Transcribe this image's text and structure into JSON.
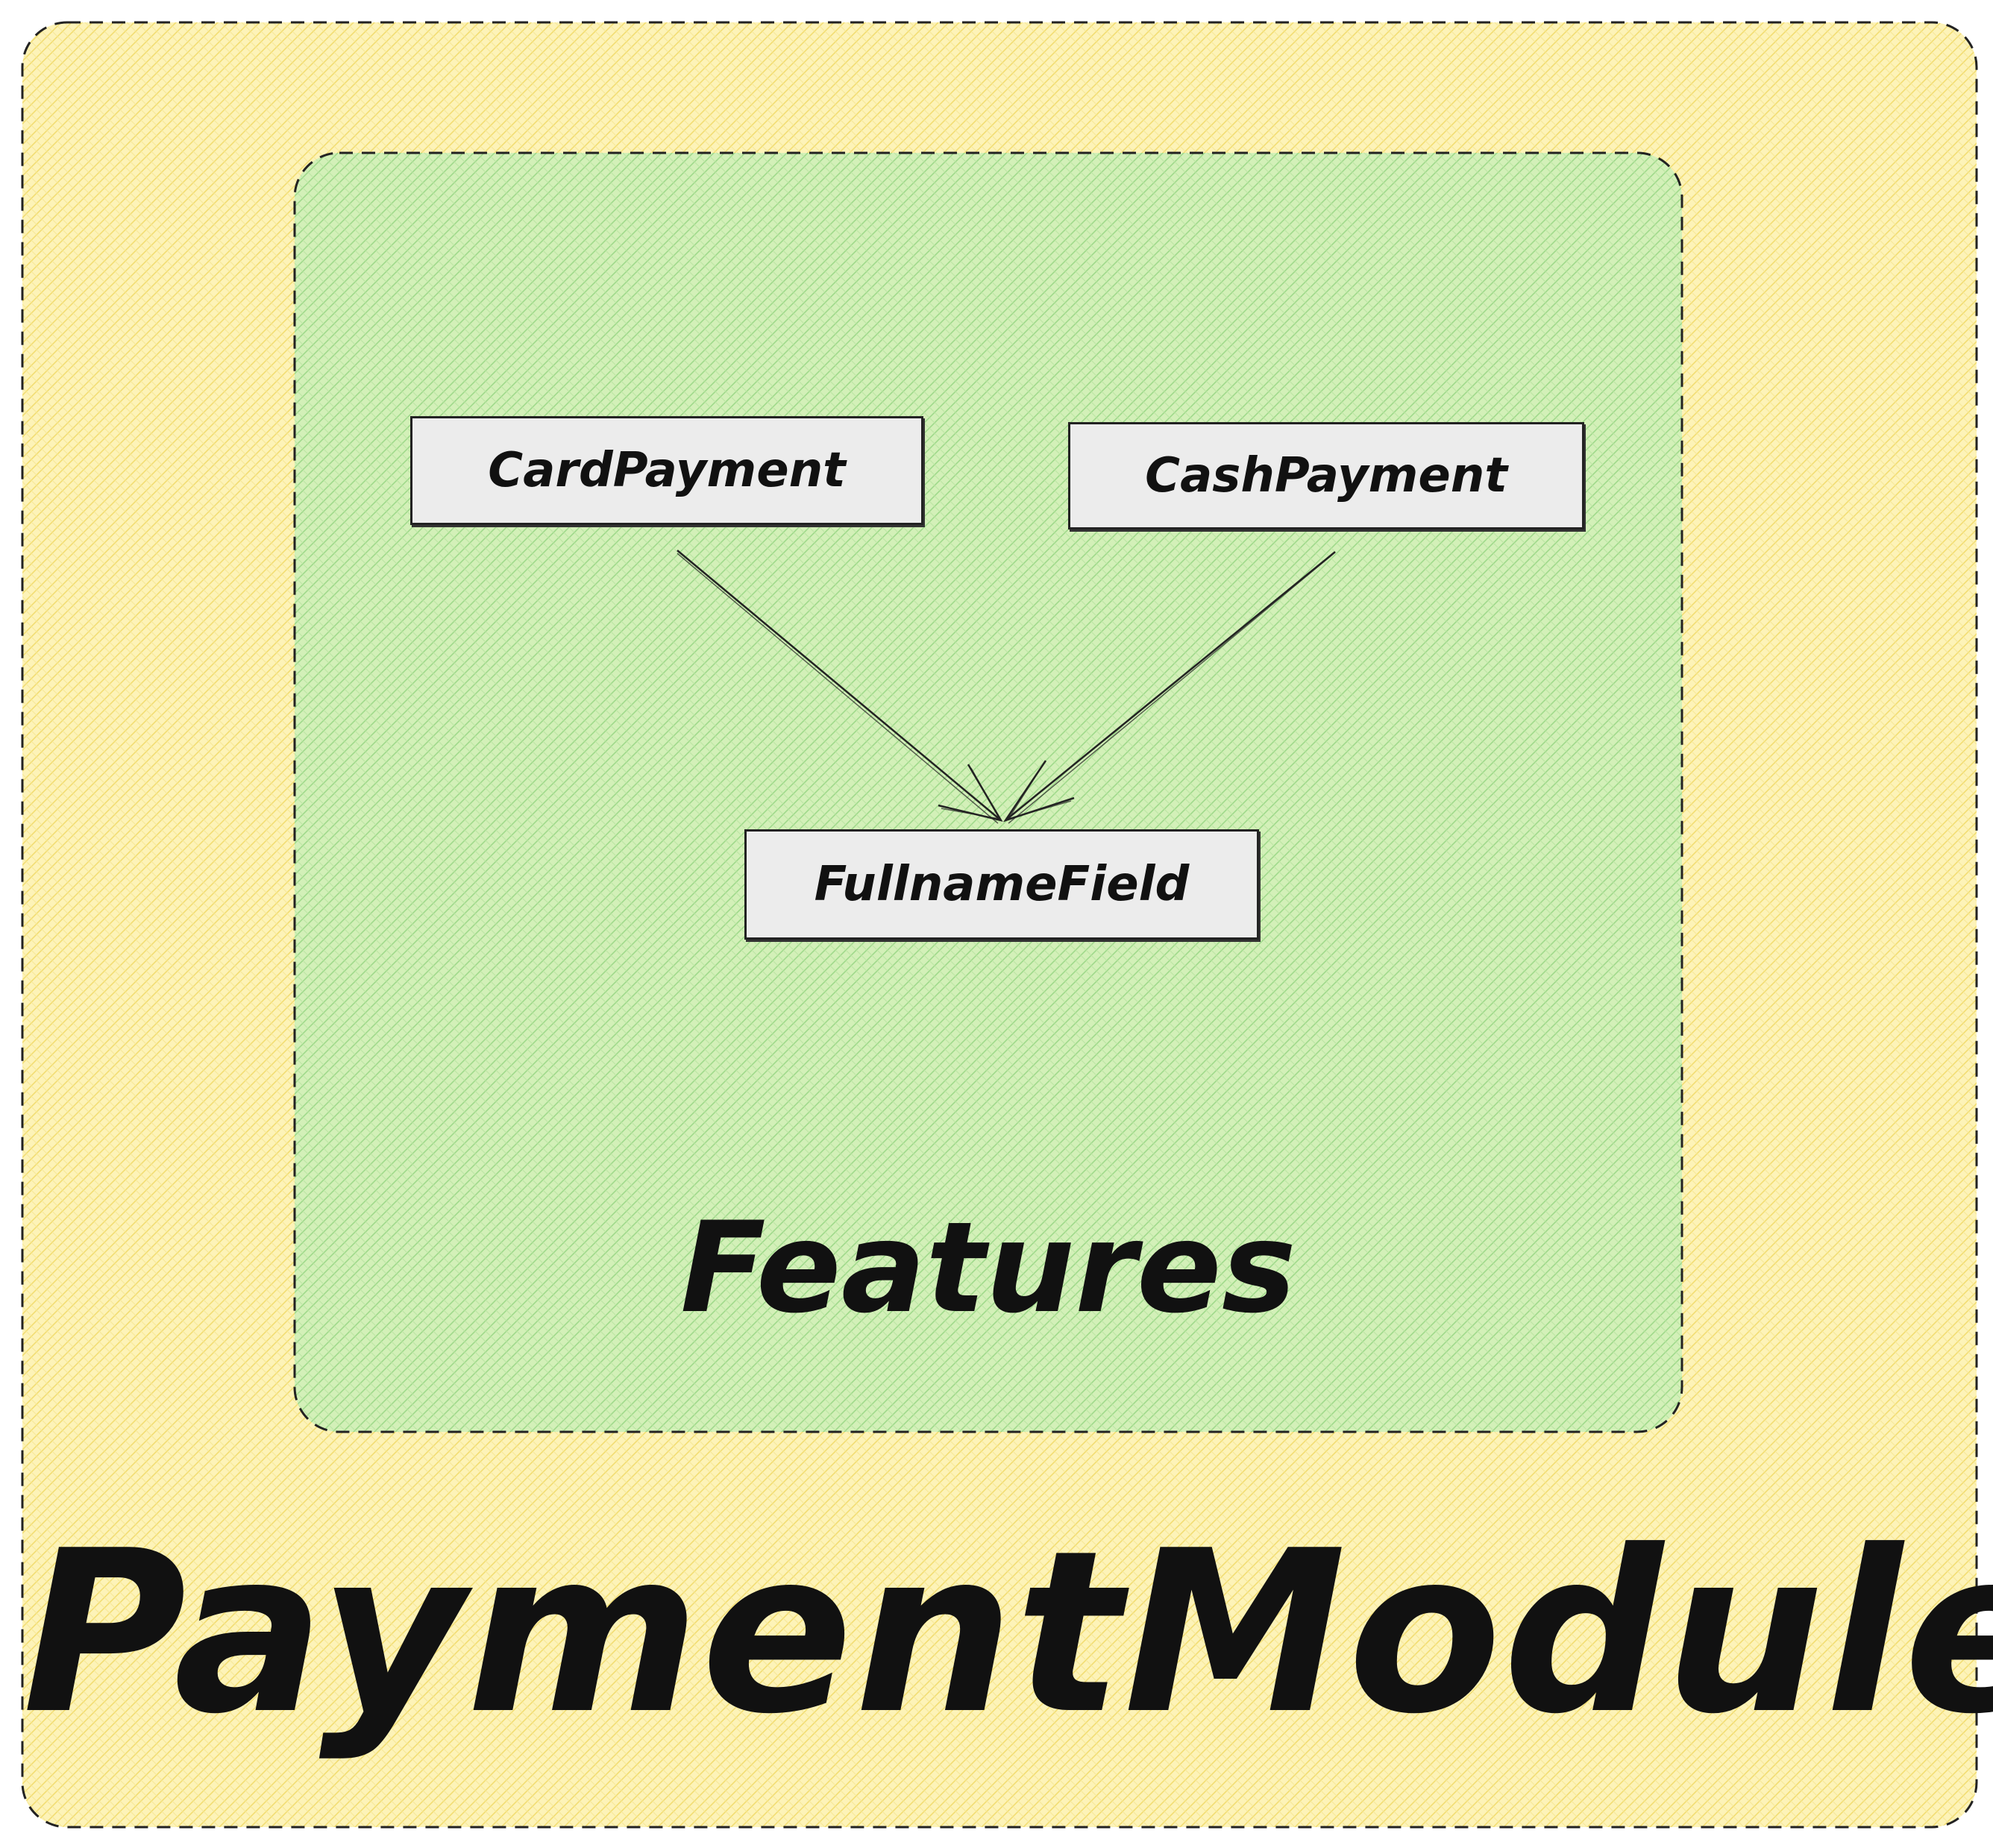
{
  "colors": {
    "outer_fill": "#fdf3b8",
    "outer_hatch": "#f2dd72",
    "inner_fill": "#d3f0b8",
    "inner_hatch": "#9fd98a",
    "node_fill": "#ececec",
    "stroke": "#222222"
  },
  "outer_container": {
    "label": "PaymentModule"
  },
  "inner_container": {
    "label": "Features"
  },
  "nodes": {
    "card_payment": {
      "label": "CardPayment"
    },
    "cash_payment": {
      "label": "CashPayment"
    },
    "fullname_field": {
      "label": "FullnameField"
    }
  },
  "edges": [
    {
      "from": "CardPayment",
      "to": "FullnameField"
    },
    {
      "from": "CashPayment",
      "to": "FullnameField"
    }
  ]
}
